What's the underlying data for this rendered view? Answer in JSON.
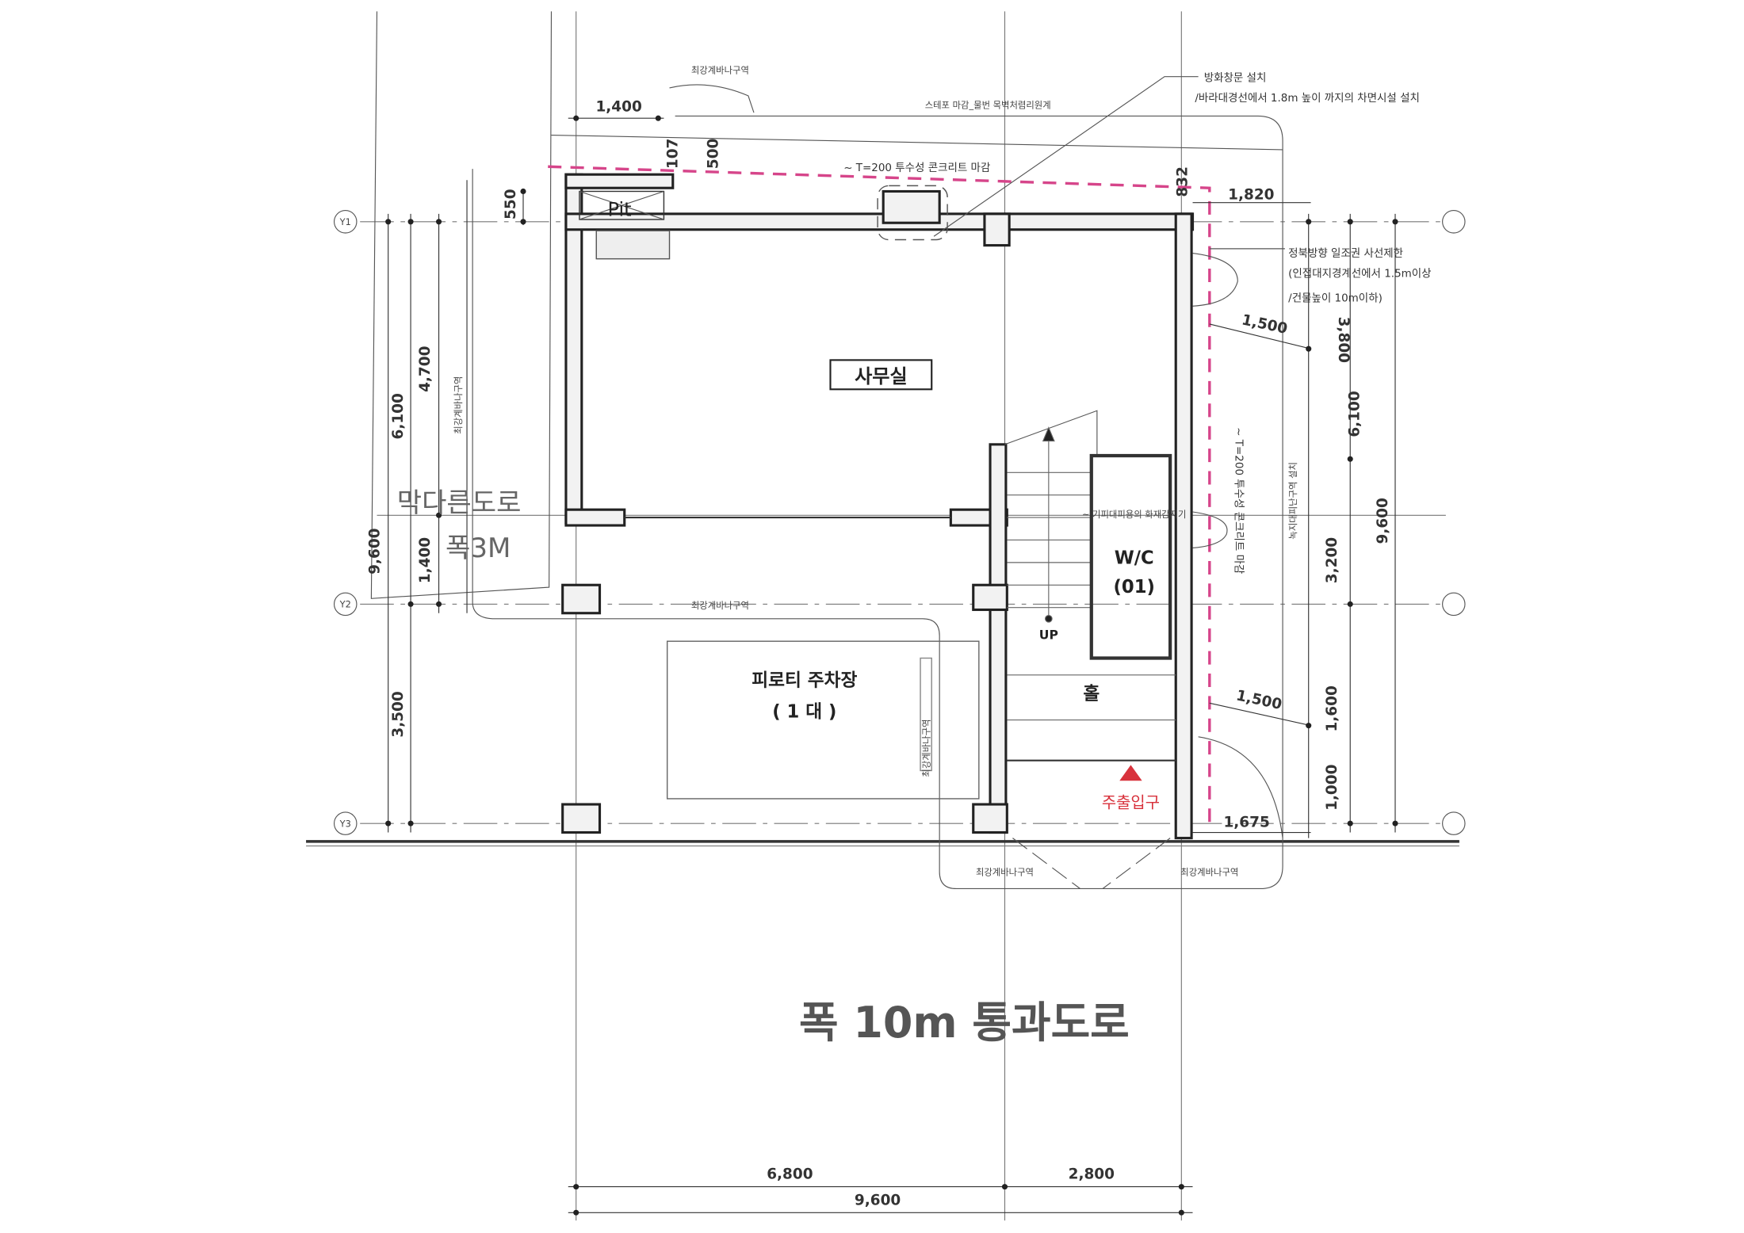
{
  "rooms": {
    "office": "사무실",
    "parking": "피로티 주차장",
    "parking_count": "( 1 대 )",
    "wc": "W/C",
    "wc_no": "(01)",
    "hall": "홀",
    "up": "UP",
    "entrance": "주출입구",
    "pit": "Pit"
  },
  "roads": {
    "dead_end": "막다른도로",
    "dead_end_width": "폭3M",
    "through": "폭 10m 통과도로"
  },
  "grid_axes": [
    "Y1",
    "Y2",
    "Y3"
  ],
  "dimensions": {
    "top_1400": "1,400",
    "top_107": "107",
    "top_500": "500",
    "left_550": "550",
    "top_832": "832",
    "right_1820": "1,820",
    "right_1500_a": "1,500",
    "right_1500_b": "1,500",
    "right_1675": "1,675",
    "left_9600": "9,600",
    "left_6100": "6,100",
    "left_4700": "4,700",
    "left_1400": "1,400",
    "left_3500": "3,500",
    "right_3800": "3,800",
    "right_6100": "6,100",
    "right_9600": "9,600",
    "right_3200": "3,200",
    "right_1600": "1,600",
    "right_1000": "1,000",
    "bottom_6800": "6,800",
    "bottom_2800": "2,800",
    "bottom_9600": "9,600"
  },
  "notes": {
    "landscape_top": "최강계바나구역",
    "finish_top": "스테포 마감_물번 목벽처렴리원계",
    "window_1": "방화창문 설치",
    "window_2": "/바라대경선에서 1.8m 높이 까지의 차면시설 설치",
    "sunlight_1": "정북방향 일조권 사선제한",
    "sunlight_2": "(인접대지경계선에서 1.5m이상",
    "sunlight_3": "/건물높이 10m이하)",
    "concrete_top": "~ T=200 투수성 콘크리트 마감",
    "concrete_right": "~ T=200 투수성 콘크리트 마감",
    "landscape_left": "최강계바나구역",
    "landscape_mid": "최강계바나구역",
    "landscape_park": "최강계바나구역",
    "landscape_bl": "최강계바나구역",
    "landscape_br": "최강계바나구역",
    "landscape_right": "녹지대피난구역 설치",
    "wc_note": "~ 기피대피용의 화재감지기"
  },
  "colors": {
    "pink_line": "#d6458a",
    "entrance_red": "#d8323c"
  }
}
